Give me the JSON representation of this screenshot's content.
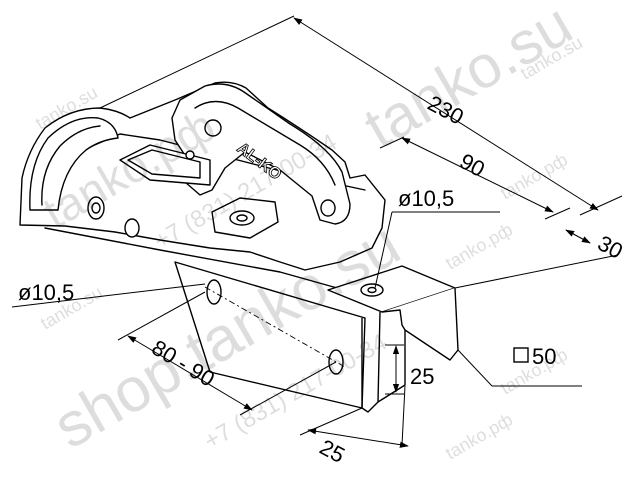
{
  "dimensions": {
    "overall_length": "230",
    "bolt_spacing": "90",
    "flange_depth": "30",
    "top_hole": "ø10,5",
    "side_hole": "ø10,5",
    "hole_spacing": "80 - 90",
    "profile_height": "25",
    "profile_width": "25",
    "drawbar_square": "50"
  },
  "branding": {
    "embossed_logo": "AL-KO"
  },
  "watermarks": {
    "big_shop": "shop.tanko.su",
    "phone_a": "+7 (831) 217-00-34",
    "phone_b": "+7 (831) 217-00-34",
    "small_tanko_su_a": "tanko.su",
    "small_tanko_su_b": "tanko.su",
    "small_tanko_su_c": "tanko.su",
    "small_tanko_rf_a": "tanko.рф",
    "small_tanko_rf_b": "tanko.рф",
    "small_tanko_rf_c": "tanko.рф",
    "small_tanko_rf_d": "tanko.рф",
    "big_tanko_rf": "tanko.рф",
    "big_tanko_su": "tanko.su"
  },
  "colors": {
    "line": "#000000",
    "background": "#ffffff"
  }
}
